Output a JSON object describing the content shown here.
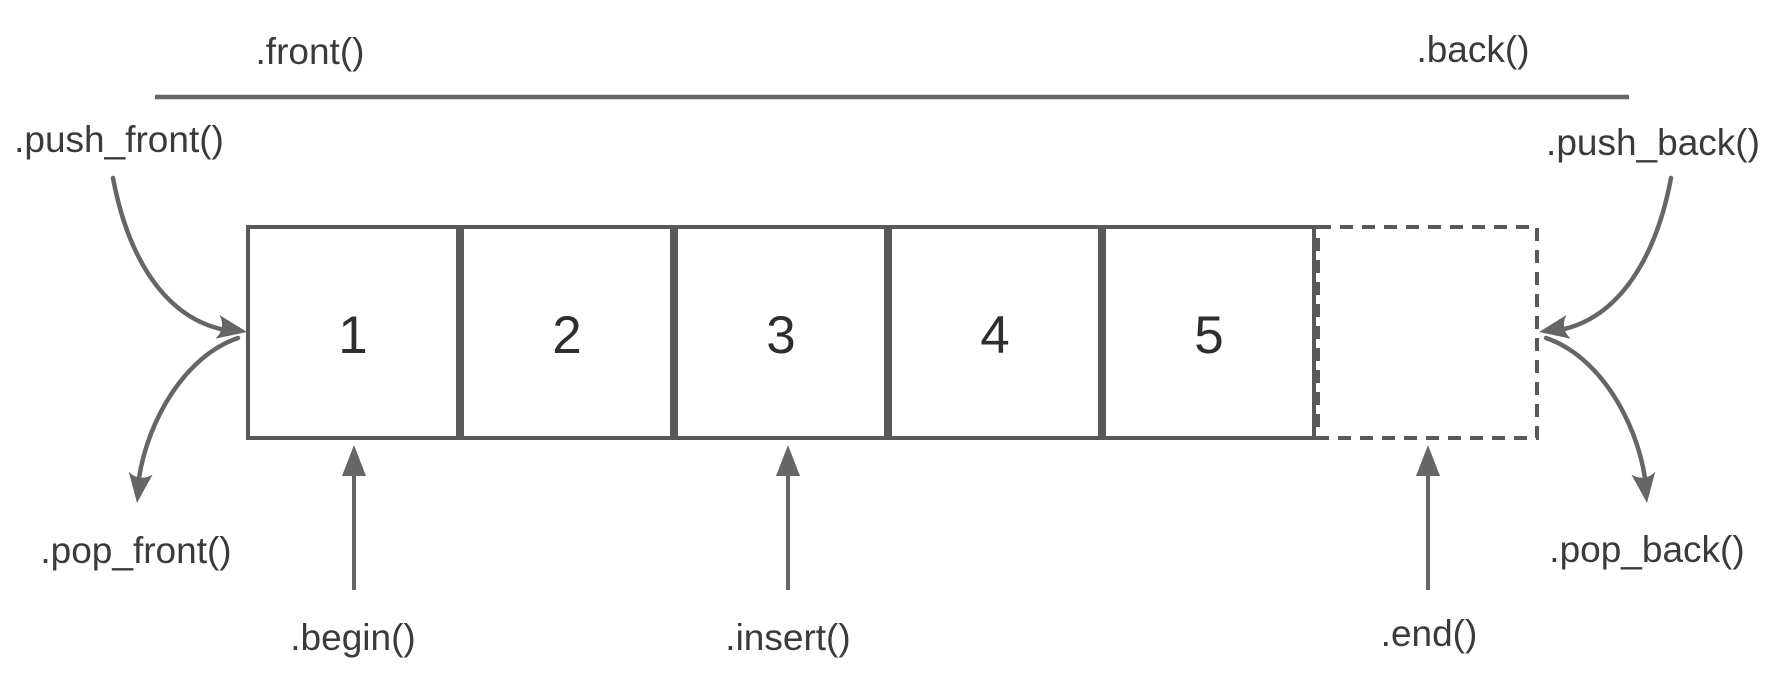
{
  "labels": {
    "front": ".front()",
    "back": ".back()",
    "push_front": ".push_front()",
    "push_back": ".push_back()",
    "pop_front": ".pop_front()",
    "pop_back": ".pop_back()",
    "begin": ".begin()",
    "insert": ".insert()",
    "end": ".end()"
  },
  "deque": {
    "cells": [
      "1",
      "2",
      "3",
      "4",
      "5"
    ],
    "empty_cell": ""
  },
  "colors": {
    "box-stroke": "#595959",
    "line-stroke": "#666666",
    "label-text": "#3a3a3a",
    "digit-text": "#2e2e2e",
    "background": "#ffffff"
  }
}
